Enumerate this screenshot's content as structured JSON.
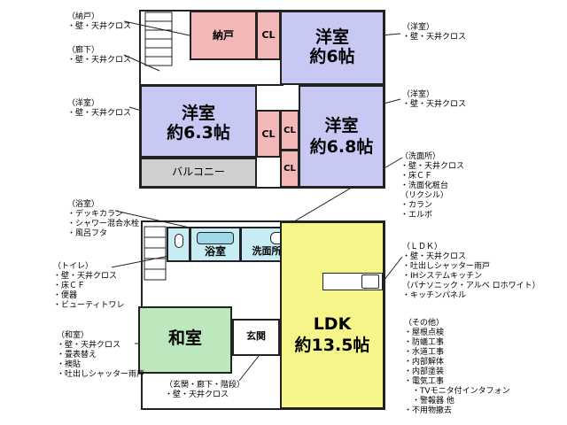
{
  "rooms": {
    "storage": "納戸",
    "cl": "CL",
    "west1_a": "洋室",
    "west1_b": "約6帖",
    "west2_a": "洋室",
    "west2_b": "約6.3帖",
    "west3_a": "洋室",
    "west3_b": "約6.8帖",
    "balcony": "バルコニー",
    "bath": "浴室",
    "washroom": "洗面所",
    "ldk_a": "LDK",
    "ldk_b": "約13.5帖",
    "japanese": "和室",
    "entrance": "玄関"
  },
  "notes": {
    "storage": [
      "（納戸）",
      "・壁・天井クロス"
    ],
    "hall": [
      "（廊下）",
      "・壁・天井クロス"
    ],
    "west2": [
      "（洋室）",
      "・壁・天井クロス"
    ],
    "west1": [
      "（洋室）",
      "・壁・天井クロス"
    ],
    "west3": [
      "（洋室）",
      "・壁・天井クロス"
    ],
    "washroom": [
      "（洗面所）",
      "・壁・天井クロス",
      "・床ＣＦ",
      "・洗面化粧台",
      "（リクシル）",
      "・カラン",
      "・エルボ"
    ],
    "bath": [
      "（浴室）",
      "・デッキカラン",
      "・シャワー混合水栓",
      "・風呂フタ"
    ],
    "toilet": [
      "（トイレ）",
      "・壁・天井クロス",
      "・床ＣＦ",
      "・便器",
      "・ビューティトワレ"
    ],
    "ldk": [
      "（ＬＤＫ）",
      "・壁・天井クロス",
      "・吐出しシャッター雨戸",
      "・IHシステムキッチン",
      "（パナソニック・アルベ ロホワイト）",
      "・キッチンパネル"
    ],
    "japanese": [
      "（和室）",
      "・壁・天井クロス",
      "・畳表替え",
      "・襖貼",
      "・吐出しシャッター雨戸"
    ],
    "entrance": [
      "（玄関・廊下・階段）",
      "・壁・天井クロス"
    ],
    "other": [
      "（その他）",
      "・屋根点検",
      "・防蟻工事",
      "・水道工事",
      "・内部解体",
      "・内部塗装",
      "・電気工事",
      "　・TVモニタ付インタフォン",
      "　・警報器 他",
      "・不用物撤去"
    ]
  },
  "colors": {
    "storage": "#f4b7b7",
    "west": "#c8c8f4",
    "balcony": "#cfcfcf",
    "wet": "#c7ecf4",
    "ldk": "#f5f58a",
    "japanese": "#bde8bd"
  }
}
